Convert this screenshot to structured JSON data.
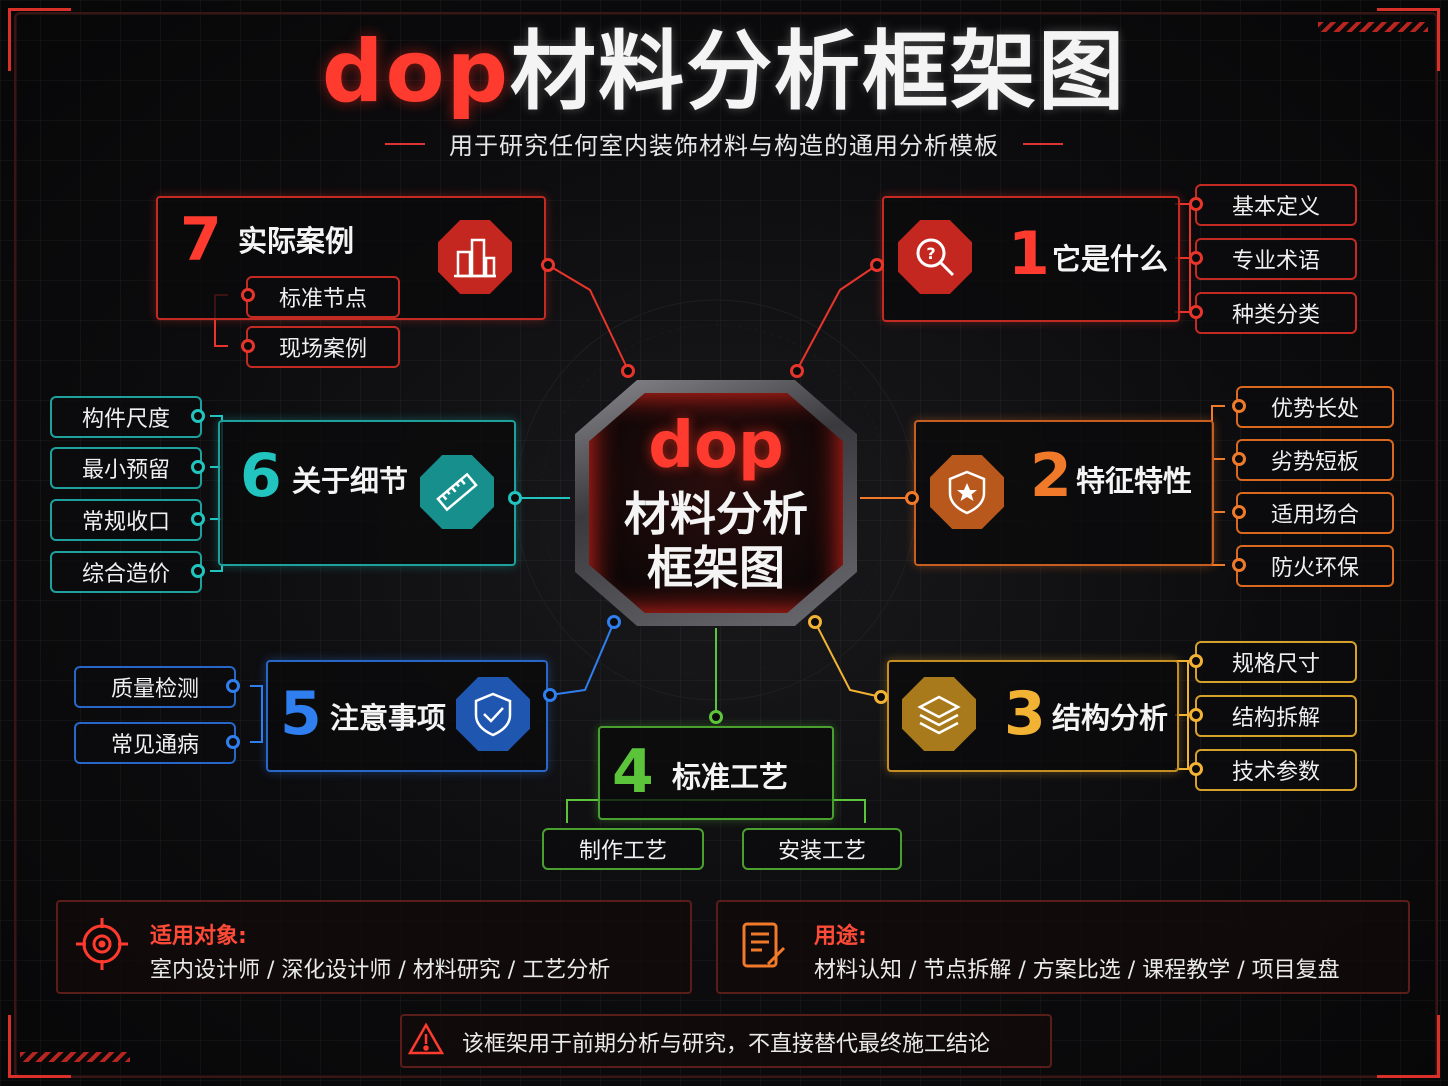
{
  "title": {
    "brand": "dop",
    "main": "材料分析框架图"
  },
  "subtitle": "用于研究任何室内装饰材料与构造的通用分析模板",
  "center": {
    "brand": "dop",
    "line1": "材料分析",
    "line2": "框架图"
  },
  "modules": [
    {
      "num": "1",
      "label": "它是什么",
      "color": "#e8352b",
      "icon": "magnifier-question-icon",
      "items": [
        "基本定义",
        "专业术语",
        "种类分类"
      ]
    },
    {
      "num": "2",
      "label": "特征特性",
      "color": "#f07a2a",
      "icon": "star-badge-icon",
      "items": [
        "优势长处",
        "劣势短板",
        "适用场合",
        "防火环保"
      ]
    },
    {
      "num": "3",
      "label": "结构分析",
      "color": "#f2b233",
      "icon": "layers-icon",
      "items": [
        "规格尺寸",
        "结构拆解",
        "技术参数"
      ]
    },
    {
      "num": "4",
      "label": "标准工艺",
      "color": "#5cc43a",
      "icon": "none",
      "items": [
        "制作工艺",
        "安装工艺"
      ]
    },
    {
      "num": "5",
      "label": "注意事项",
      "color": "#2f7ff0",
      "icon": "shield-check-icon",
      "items": [
        "质量检测",
        "常见通病"
      ]
    },
    {
      "num": "6",
      "label": "关于细节",
      "color": "#22c4c0",
      "icon": "ruler-icon",
      "items": [
        "构件尺度",
        "最小预留",
        "常规收口",
        "综合造价"
      ]
    },
    {
      "num": "7",
      "label": "实际案例",
      "color": "#e8352b",
      "icon": "buildings-icon",
      "items": [
        "标准节点",
        "现场案例"
      ]
    }
  ],
  "footer": {
    "left": {
      "head": "适用对象:",
      "body": "室内设计师 / 深化设计师 / 材料研究 / 工艺分析",
      "icon": "target-icon"
    },
    "right": {
      "head": "用途:",
      "body": "材料认知 / 节点拆解 / 方案比选 / 课程教学 / 项目复盘",
      "icon": "document-edit-icon"
    }
  },
  "warning": {
    "text": "该框架用于前期分析与研究，不直接替代最终施工结论",
    "icon": "warning-triangle-icon"
  },
  "colors": {
    "accent": "#ff3a2e",
    "background": "#0a0a0b"
  }
}
